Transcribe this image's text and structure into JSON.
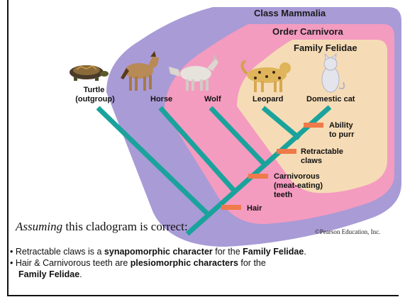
{
  "diagram": {
    "groups": {
      "class": "Class Mammalia",
      "order": "Order Carnivora",
      "family": "Family Felidae"
    },
    "taxa": [
      {
        "label_lines": [
          "Turtle",
          "(outgroup)"
        ],
        "icon": "turtle-icon"
      },
      {
        "label_lines": [
          "Horse"
        ],
        "icon": "horse-icon"
      },
      {
        "label_lines": [
          "Wolf"
        ],
        "icon": "wolf-icon"
      },
      {
        "label_lines": [
          "Leopard"
        ],
        "icon": "leopard-icon"
      },
      {
        "label_lines": [
          "Domestic cat"
        ],
        "icon": "cat-icon"
      }
    ],
    "characters": [
      {
        "label_lines": [
          "Hair"
        ]
      },
      {
        "label_lines": [
          "Carnivorous",
          "(meat-eating)",
          "teeth"
        ]
      },
      {
        "label_lines": [
          "Retractable",
          "claws"
        ]
      },
      {
        "label_lines": [
          "Ability",
          "to purr"
        ]
      }
    ],
    "colors": {
      "class_region": "#a99bd6",
      "order_region": "#f49bc0",
      "family_region": "#f5dcb6",
      "branch": "#1aa39c",
      "character_bar": "#ef7a4a"
    }
  },
  "caption": {
    "emphasis": "Assuming",
    "rest": " this cladogram is correct:"
  },
  "copyright": "©Pearson Education, Inc.",
  "bullets": [
    {
      "marker": "•",
      "t1": " Retractable claws is a ",
      "b1": "synapomorphic character",
      "t2": " for the ",
      "b2": "Family Felidae",
      "t3": "."
    },
    {
      "marker": "•",
      "t1": " Hair & Carnivorous teeth are ",
      "b1": "plesiomorphic characters",
      "t2": " for the",
      "b2": "",
      "t3": ""
    },
    {
      "marker": "",
      "t1": "",
      "b1": "Family Felidae",
      "t2": ".",
      "b2": "",
      "t3": ""
    }
  ]
}
